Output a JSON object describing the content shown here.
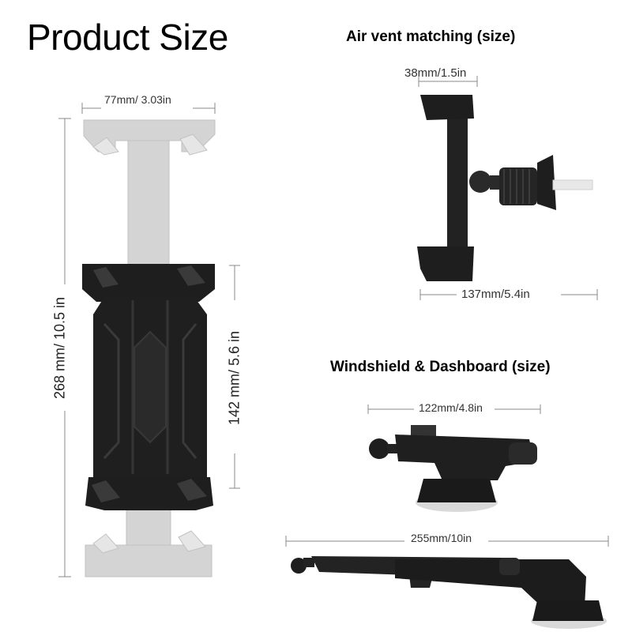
{
  "page": {
    "title": "Product Size"
  },
  "tablet_holder": {
    "width_label": "77mm/ 3.03in",
    "total_height_label": "268 mm/ 10.5 in",
    "body_height_label": "142 mm/ 5.6 in"
  },
  "air_vent": {
    "title": "Air vent matching (size)",
    "top_width_label": "38mm/1.5in",
    "bottom_width_label": "137mm/5.4in"
  },
  "windshield": {
    "title": "Windshield & Dashboard (size)",
    "short_width_label": "122mm/4.8in",
    "long_width_label": "255mm/10in"
  },
  "colors": {
    "product_black": "#1e1e1e",
    "product_grey": "#cfcfcf",
    "rule": "#888888"
  }
}
